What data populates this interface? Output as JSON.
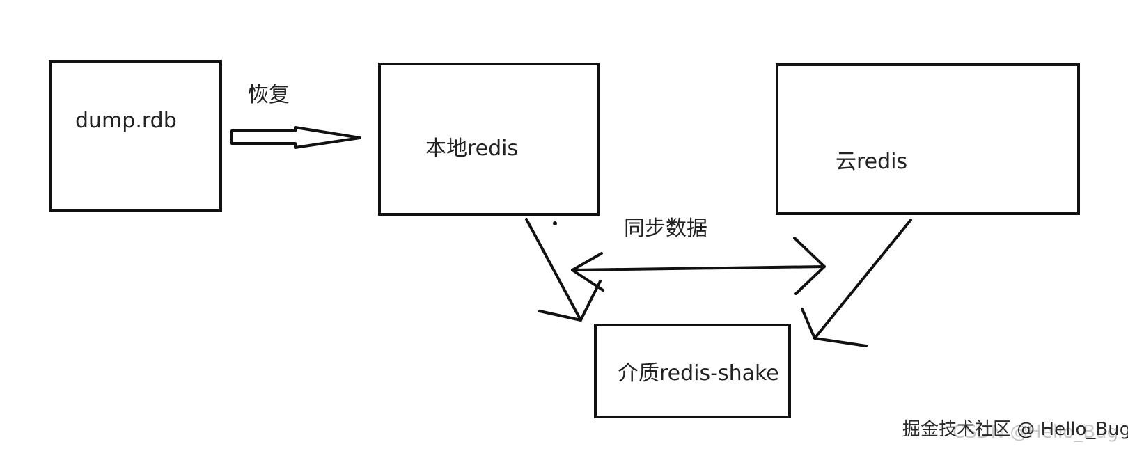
{
  "nodes": {
    "dump": {
      "label": "dump.rdb"
    },
    "local": {
      "label": "本地redis"
    },
    "cloud": {
      "label": "云redis"
    },
    "shake": {
      "label": "介质redis-shake"
    }
  },
  "edges": {
    "restore": {
      "label": "恢复"
    },
    "sync": {
      "label": "同步数据"
    }
  },
  "watermark": {
    "text": "掘金技术社区 @ Hello_Bug",
    "ghost_text": "CSDN @Hello_Bug"
  }
}
